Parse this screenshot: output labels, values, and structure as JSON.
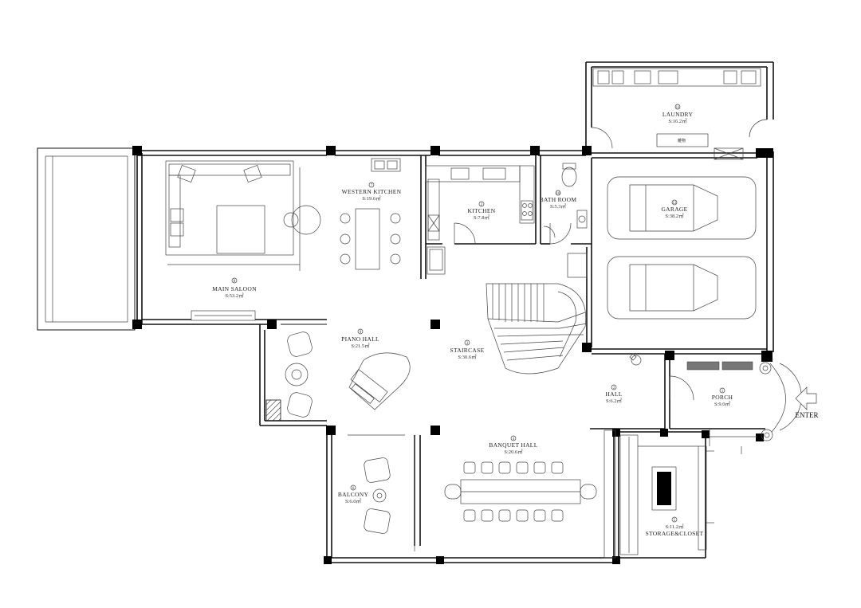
{
  "entry_label": "ENTER",
  "rooms": [
    {
      "key": "main_saloon",
      "num": "8",
      "name": "MAIN SALOON",
      "area": "S:53.2㎡"
    },
    {
      "key": "western_kitchen",
      "num": "7",
      "name": "WESTERN KITCHEN",
      "area": "S:19.6㎡"
    },
    {
      "key": "kitchen",
      "num": "2",
      "name": "KITCHEN",
      "area": "S:7.8㎡"
    },
    {
      "key": "bath_room",
      "num": "10",
      "name": "BATH ROOM",
      "area": "S:5.3㎡"
    },
    {
      "key": "laundry",
      "num": "11",
      "name": "LAUNDRY",
      "area": "S:16.2㎡"
    },
    {
      "key": "garage",
      "num": "12",
      "name": "GARAGE",
      "area": "S:38.2㎡"
    },
    {
      "key": "piano_hall",
      "num": "9",
      "name": "PIANO HALL",
      "area": "S:21.5㎡"
    },
    {
      "key": "staircase",
      "num": "3",
      "name": "STAIRCASE",
      "area": "S:30.6㎡"
    },
    {
      "key": "hall",
      "num": "2",
      "name": "HALL",
      "area": "S:6.2㎡"
    },
    {
      "key": "porch",
      "num": "1",
      "name": "PORCH",
      "area": "S:9.0㎡"
    },
    {
      "key": "banquet_hall",
      "num": "4",
      "name": "BANQUET HALL",
      "area": "S:20.6㎡"
    },
    {
      "key": "balcony",
      "num": "6",
      "name": "BALCONY",
      "area": "S:6.0㎡"
    },
    {
      "key": "storage_closet",
      "num": "5",
      "name": "STORAGE&CLOSET",
      "area": "S:11.2㎡"
    }
  ]
}
